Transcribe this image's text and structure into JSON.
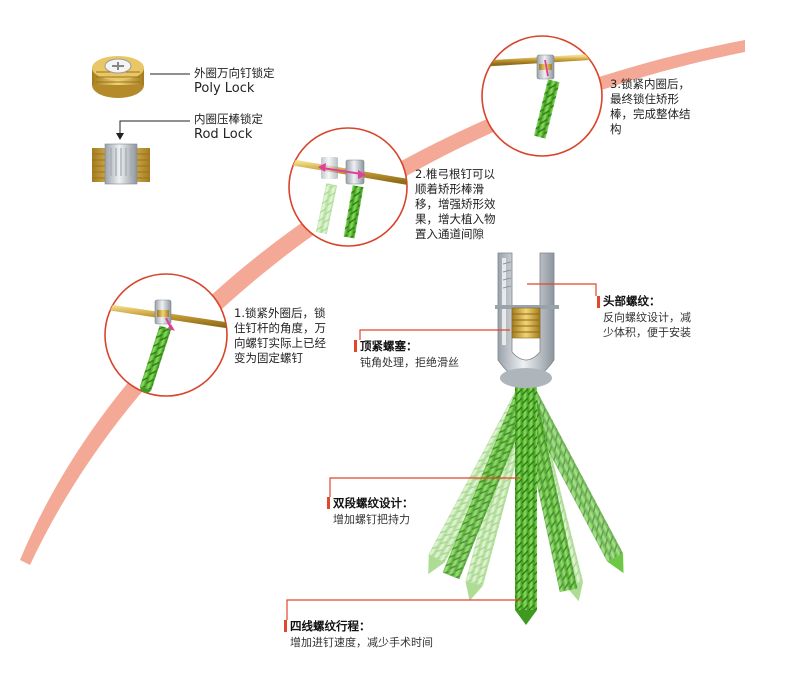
{
  "legend": {
    "poly_lock_cn": "外圈万向钉锁定",
    "poly_lock_en": "Poly Lock",
    "rod_lock_cn": "内圈压棒锁定",
    "rod_lock_en": "Rod Lock"
  },
  "steps": [
    {
      "lines": [
        "1.锁紧外圈后，锁",
        "住钉杆的角度，万",
        "向螺钉实际上已经",
        "变为固定螺钉"
      ]
    },
    {
      "lines": [
        "2.椎弓根钉可以",
        "顺着矫形棒滑",
        "移，增强矫形效",
        "果，增大植入物",
        "置入通道间隙"
      ]
    },
    {
      "lines": [
        "3.锁紧内圈后，",
        "最终锁住矫形",
        "棒，完成整体结",
        "构"
      ]
    }
  ],
  "features": {
    "head_thread": {
      "title": "头部螺纹：",
      "lines": [
        "反向螺纹设计，减",
        "少体积，便于安装"
      ]
    },
    "set_screw": {
      "title": "顶紧螺塞：",
      "lines": [
        "钝角处理，拒绝滑丝"
      ]
    },
    "dual_thread": {
      "title": "双段螺纹设计：",
      "lines": [
        "增加螺钉把持力"
      ]
    },
    "quad_thread": {
      "title": "四线螺纹行程：",
      "lines": [
        "增加进钉速度，减少手术时间"
      ]
    }
  },
  "colors": {
    "arc": "#f4a896",
    "circle_stroke": "#d8442a",
    "accent": "#e2462b",
    "rod": "#c8a040",
    "screw_green": "#5fc23a",
    "screw_ghost": "#bfe8a8",
    "head_grey": "#c9ced3",
    "thread_gold": "#d9b44a",
    "arrow_pink": "#e0409a"
  }
}
